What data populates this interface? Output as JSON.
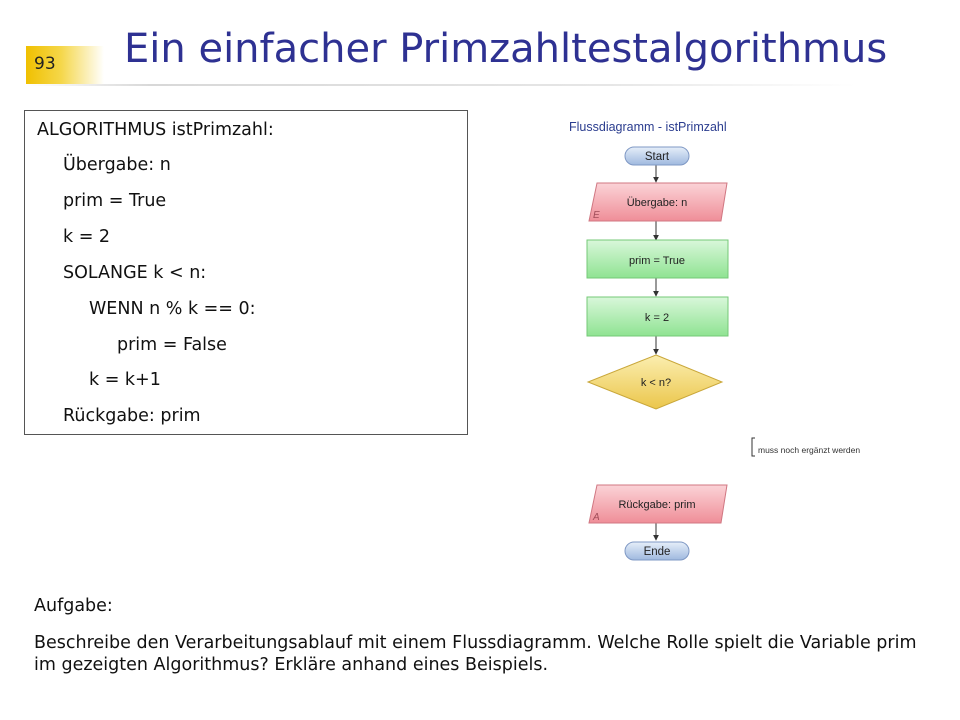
{
  "slide": {
    "number": "93",
    "title": "Ein einfacher Primzahltestalgorithmus"
  },
  "algorithm": {
    "lines": [
      "ALGORITHMUS istPrimzahl:",
      "Übergabe: n",
      "prim = True",
      "k = 2",
      "SOLANGE k < n:",
      "WENN n % k == 0:",
      "prim = False",
      "k = k+1",
      "Rückgabe: prim"
    ]
  },
  "flowchart": {
    "title": "Flussdiagramm - istPrimzahl",
    "start": "Start",
    "input": "Übergabe: n",
    "input_tag": "E",
    "assign_prim": "prim = True",
    "assign_k": "k = 2",
    "condition": "k < n?",
    "note": "muss noch ergänzt werden",
    "output": "Rückgabe: prim",
    "output_tag": "A",
    "end": "Ende",
    "colors": {
      "terminal": "#b8cde8",
      "io": "#f4a5ad",
      "process": "#a8ecaa",
      "decision": "#f2d66c"
    }
  },
  "task": {
    "label": "Aufgabe:",
    "text": "Beschreibe den Verarbeitungsablauf mit einem Flussdiagramm. Welche Rolle spielt die Variable prim im gezeigten Algorithmus? Erkläre anhand eines Beispiels."
  }
}
